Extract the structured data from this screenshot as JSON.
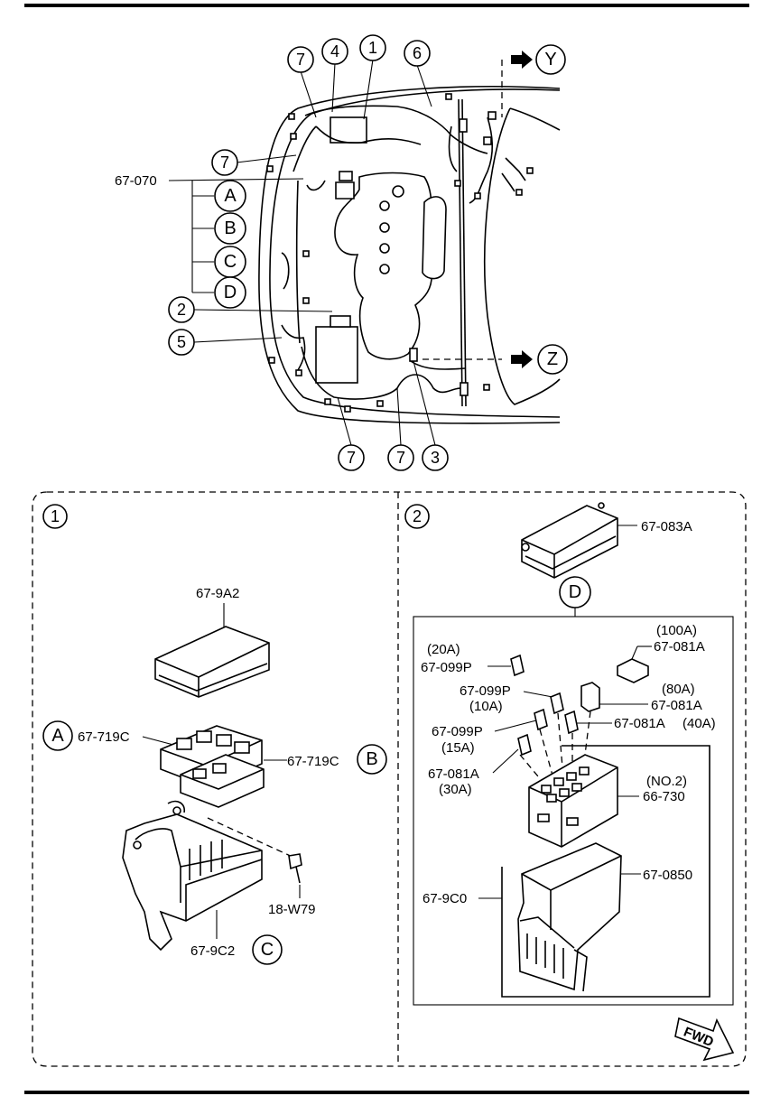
{
  "top_callouts": [
    "7",
    "4",
    "1",
    "6",
    "7",
    "2",
    "5",
    "7",
    "7",
    "3"
  ],
  "top_part": "67-070",
  "connector_letters": [
    "A",
    "B",
    "C",
    "D"
  ],
  "arrows": [
    "Y",
    "Z"
  ],
  "panel1": {
    "number": "1",
    "cover_part": "67-9A2",
    "relay_block_left": "67-719C",
    "relay_block_left_tag": "A",
    "relay_block_right": "67-719C",
    "relay_block_right_tag": "B",
    "bolt_part": "18-W79",
    "bracket_part": "67-9C2",
    "bracket_tag": "C"
  },
  "panel2": {
    "number": "2",
    "cover_part": "67-083A",
    "block_tag": "D",
    "fuse_20a_rating": "(20A)",
    "fuse_20a_part": "67-099P",
    "fuse_100a_rating": "(100A)",
    "fuse_100a_part": "67-081A",
    "fuse_10a_part": "67-099P",
    "fuse_10a_rating": "(10A)",
    "fuse_80a_rating": "(80A)",
    "fuse_80a_part": "67-081A",
    "fuse_15a_part": "67-099P",
    "fuse_15a_rating": "(15A)",
    "fuse_40a_part": "67-081A",
    "fuse_40a_rating": "(40A)",
    "fuse_30a_part": "67-081A",
    "fuse_30a_rating": "(30A)",
    "block_no": "(NO.2)",
    "block_part": "66-730",
    "case_part": "67-0850",
    "assembly_part": "67-9C0",
    "fwd_label": "FWD"
  }
}
